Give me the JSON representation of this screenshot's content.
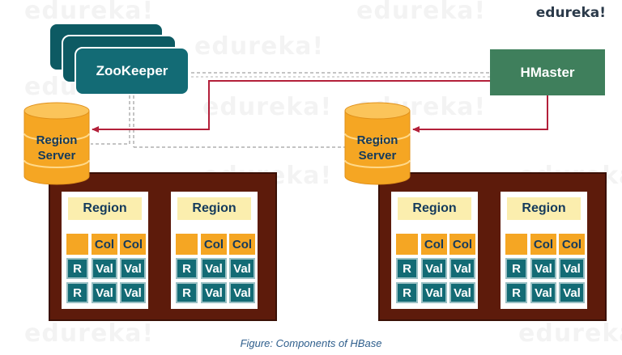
{
  "brand": "edureka!",
  "watermark_text": "edureka!",
  "zookeeper": {
    "label": "ZooKeeper"
  },
  "hmaster": {
    "label": "HMaster"
  },
  "region_servers": [
    {
      "line1": "Region",
      "line2": "Server"
    },
    {
      "line1": "Region",
      "line2": "Server"
    }
  ],
  "regions": [
    {
      "label": "Region",
      "col_headers": [
        "Col",
        "Col"
      ],
      "rows": [
        [
          "R",
          "Val",
          "Val"
        ],
        [
          "R",
          "Val",
          "Val"
        ]
      ]
    },
    {
      "label": "Region",
      "col_headers": [
        "Col",
        "Col"
      ],
      "rows": [
        [
          "R",
          "Val",
          "Val"
        ],
        [
          "R",
          "Val",
          "Val"
        ]
      ]
    },
    {
      "label": "Region",
      "col_headers": [
        "Col",
        "Col"
      ],
      "rows": [
        [
          "R",
          "Val",
          "Val"
        ],
        [
          "R",
          "Val",
          "Val"
        ]
      ]
    },
    {
      "label": "Region",
      "col_headers": [
        "Col",
        "Col"
      ],
      "rows": [
        [
          "R",
          "Val",
          "Val"
        ],
        [
          "R",
          "Val",
          "Val"
        ]
      ]
    }
  ],
  "caption": "Figure: Components of HBase",
  "colors": {
    "zookeeper": "#136b75",
    "hmaster": "#3f7f5c",
    "panel": "#5d1b0b",
    "cylinder": "#f5a623",
    "arrow": "#b3203a"
  }
}
